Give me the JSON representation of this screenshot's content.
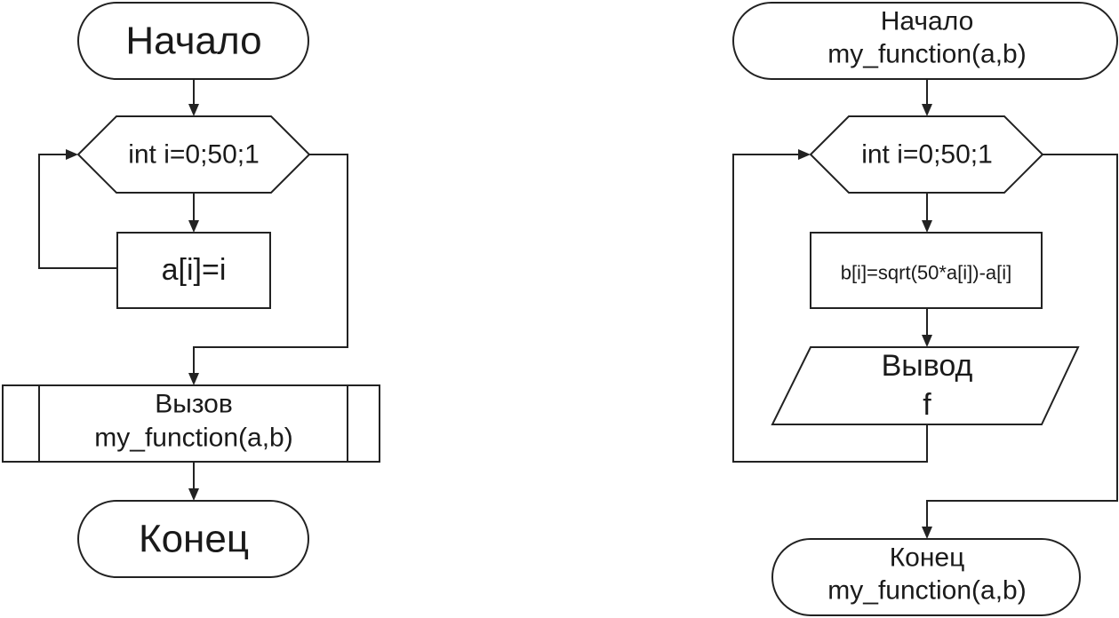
{
  "left_flowchart": {
    "start": "Начало",
    "loop": "int i=0;50;1",
    "assign": "a[i]=i",
    "call_line1": "Вызов",
    "call_line2": "my_function(a,b)",
    "end": "Конец"
  },
  "right_flowchart": {
    "start_line1": "Начало",
    "start_line2": "my_function(a,b)",
    "loop": "int i=0;50;1",
    "compute": "b[i]=sqrt(50*a[i])-a[i]",
    "output_line1": "Вывод",
    "output_line2": "f",
    "end_line1": "Конец",
    "end_line2": "my_function(a,b)"
  }
}
